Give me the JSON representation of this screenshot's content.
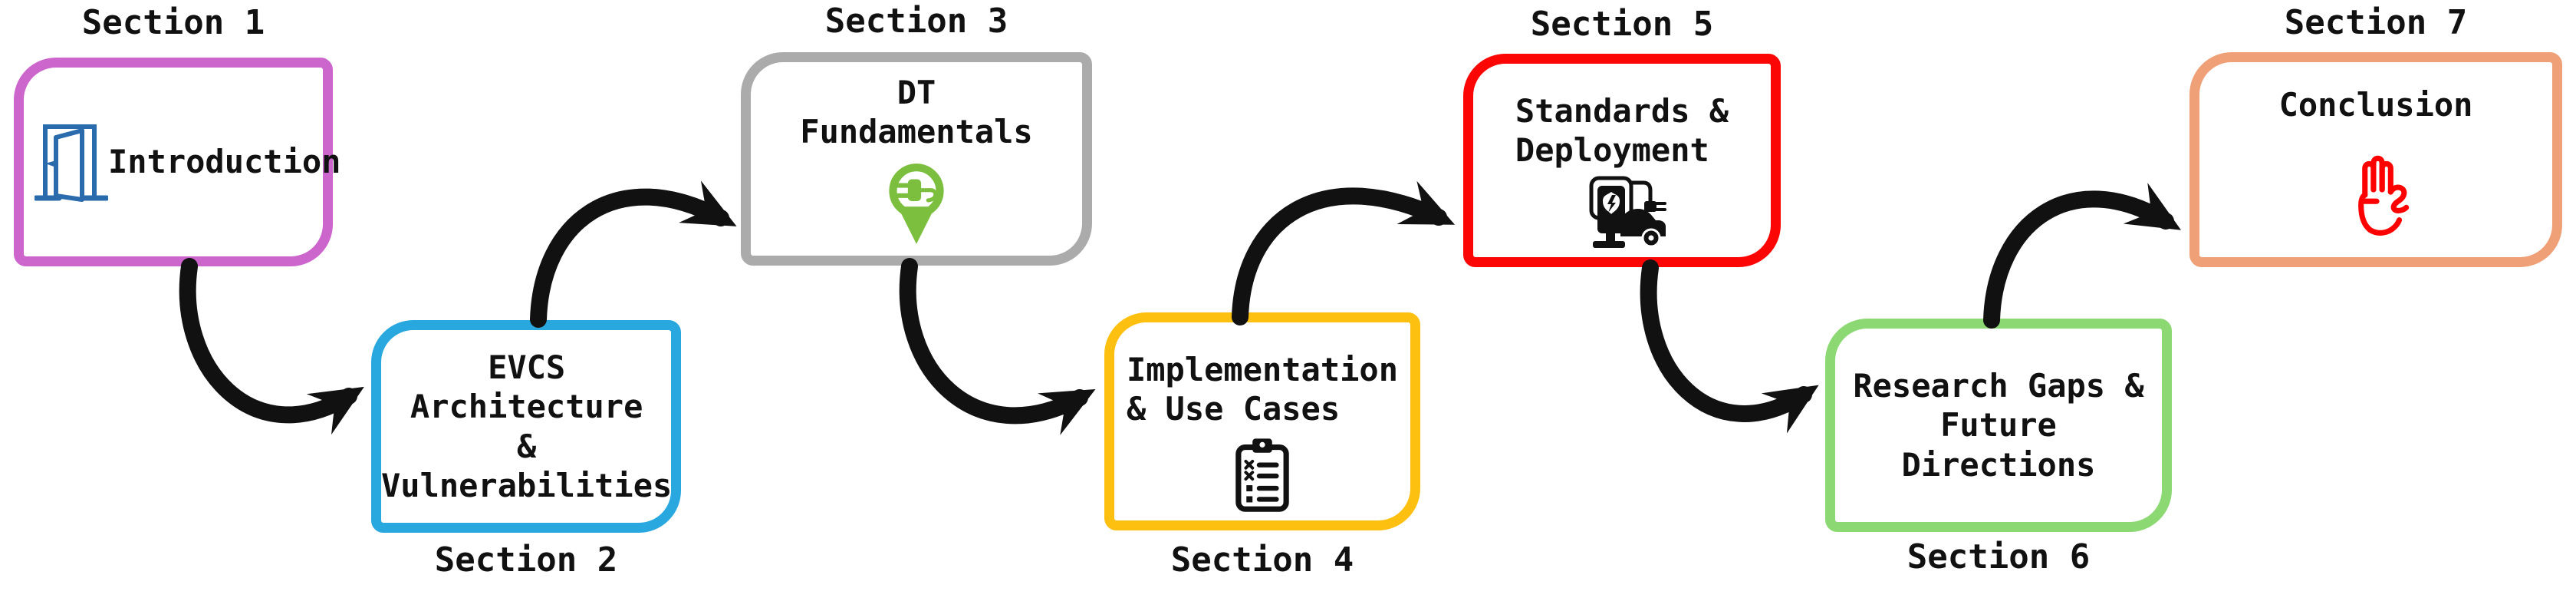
{
  "figure": {
    "description_label": "Paper organization roadmap diagram with seven section boxes connected by curved arrows",
    "background_color": "#FFFFFF",
    "text_color": "#111111",
    "arrow_color": "#111111"
  },
  "sections": [
    {
      "label": "Section 1",
      "label_position": "above",
      "title_lines": [
        "Introduction"
      ],
      "border_color": "#CC66CC",
      "icon": "open-door-icon",
      "icon_color": "#2A6BAD"
    },
    {
      "label": "Section 2",
      "label_position": "below",
      "title_lines": [
        "EVCS",
        "Architecture",
        "&",
        "Vulnerabilities"
      ],
      "border_color": "#29A8DF",
      "icon": null,
      "icon_color": null
    },
    {
      "label": "Section 3",
      "label_position": "above",
      "title_lines": [
        "DT",
        "Fundamentals"
      ],
      "border_color": "#ABABAB",
      "icon": "ev-location-pin-icon",
      "icon_color": "#7CBF3F"
    },
    {
      "label": "Section 4",
      "label_position": "below",
      "title_lines": [
        "Implementation",
        "& Use Cases"
      ],
      "border_color": "#FDC010",
      "icon": "checklist-clipboard-icon",
      "icon_color": "#111111"
    },
    {
      "label": "Section 5",
      "label_position": "above",
      "title_lines": [
        "Standards &",
        "Deployment"
      ],
      "border_color": "#FB0505",
      "icon": "ev-charging-station-icon",
      "icon_color": "#111111"
    },
    {
      "label": "Section 6",
      "label_position": "below",
      "title_lines": [
        "Research Gaps &",
        "Future",
        "Directions"
      ],
      "border_color": "#8CD973",
      "icon": null,
      "icon_color": null
    },
    {
      "label": "Section 7",
      "label_position": "above",
      "title_lines": [
        "Conclusion"
      ],
      "border_color": "#EFA077",
      "icon": "stop-hand-icon",
      "icon_color": "#FF0000"
    }
  ],
  "arrows": {
    "style": "thick-black-curved",
    "color": "#111111",
    "connections": [
      {
        "from": "Section 1",
        "to": "Section 2"
      },
      {
        "from": "Section 2",
        "to": "Section 3"
      },
      {
        "from": "Section 3",
        "to": "Section 4"
      },
      {
        "from": "Section 4",
        "to": "Section 5"
      },
      {
        "from": "Section 5",
        "to": "Section 6"
      },
      {
        "from": "Section 6",
        "to": "Section 7"
      }
    ]
  }
}
